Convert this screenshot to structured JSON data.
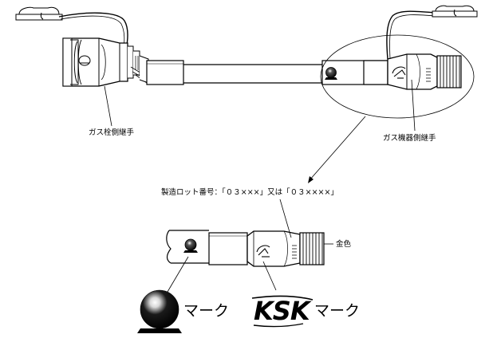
{
  "labels": {
    "gas_cock_fitting": "ガス栓側継手",
    "appliance_fitting": "ガス機器側継手",
    "lot_number": "製造ロット番号：「０３×××」又は「０３××××」",
    "gold_color": "金色",
    "circle_mark": "マーク",
    "ksk_mark": "マーク",
    "ksk_logo": "KSK"
  },
  "colors": {
    "line": "#000000",
    "background": "#ffffff"
  }
}
